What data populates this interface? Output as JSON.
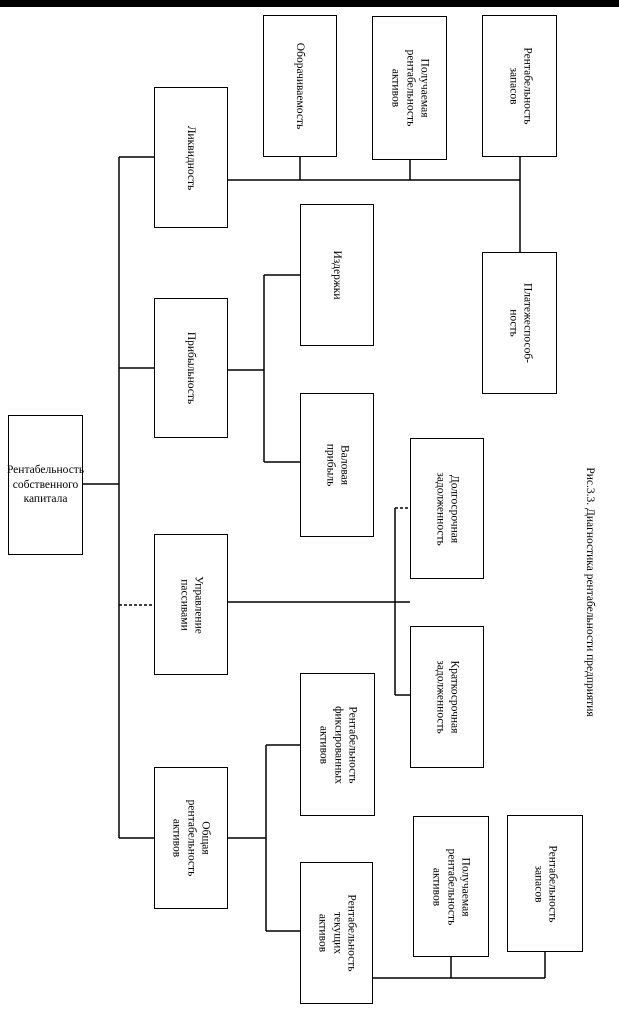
{
  "root": "Рентабельность\nсобственного\nкапитала",
  "level1": [
    "Ликвидность",
    "Прибыльность",
    "Управление\nпассивами",
    "Общая\nрентабельность\nактивов"
  ],
  "liquidity_children": [
    "Оборачиваемость",
    "Получаемая\nрентабельность\nактивов",
    "Рентабельность\nзапасов"
  ],
  "liquidity_extra": "Платежеспособ-\nность",
  "profit_children": [
    "Издержки",
    "Валовая прибыль"
  ],
  "liabilities_children": [
    "Долгосрочная\nзадолженность",
    "Краткосрочная\nзадолженность"
  ],
  "assets_children": [
    "Рентабельность\nфиксированных\nактивов",
    "Рентабельность\nтекущих активов"
  ],
  "current_assets_children": [
    "Получаемая\nрентабельность\nактивов",
    "Рентабельность\nзапасов"
  ],
  "caption": "Рис.3.3.  Диагностика рентабельности предприятия"
}
